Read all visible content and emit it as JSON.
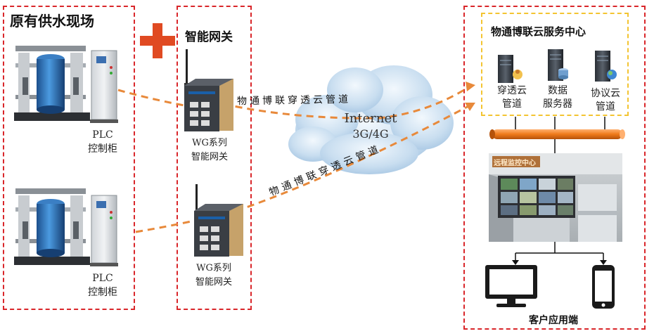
{
  "site": {
    "title": "原有供水现场",
    "plc1": {
      "line1": "PLC",
      "line2": "控制柜"
    },
    "plc2": {
      "line1": "PLC",
      "line2": "控制柜"
    }
  },
  "gateway": {
    "title": "智能网关",
    "g1": {
      "line1": "WG系列",
      "line2": "智能网关"
    },
    "g2": {
      "line1": "WG系列",
      "line2": "智能网关"
    }
  },
  "cloud": {
    "line1": "Internet",
    "line2": "3G/4G",
    "pipe_top": "物通博联穿透云管道",
    "pipe_bottom": "物通博联穿透云管道"
  },
  "service": {
    "title": "物通博联云服务中心",
    "s1": {
      "line1": "穿透云",
      "line2": "管道"
    },
    "s2": {
      "line1": "数据",
      "line2": "服务器"
    },
    "s3": {
      "line1": "协议云",
      "line2": "管道"
    },
    "screen_caption": "远程监控中心"
  },
  "client": {
    "title": "客户应用端"
  },
  "colors": {
    "border": "#d9262a",
    "dash_arrow": "#e8893a",
    "plus": "#e04a22",
    "service_border": "#f3c431",
    "bus": "#ef7a1a"
  }
}
